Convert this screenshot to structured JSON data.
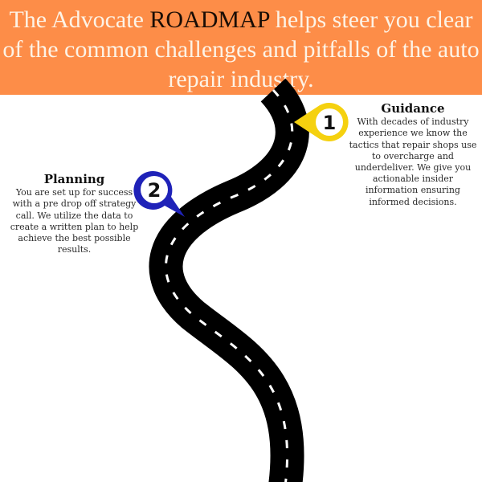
{
  "banner": {
    "text_before": "The Advocate ",
    "highlight": "ROADMAP",
    "text_after": " helps steer you clear of the common challenges and pitfalls of the auto repair industry."
  },
  "steps": [
    {
      "number": "1",
      "title": "Guidance",
      "body": "With decades of industry experience we know the tactics that repair shops use to overcharge and underdeliver. We give you actionable insider information ensuring informed decisions.",
      "color": "#f5d10f"
    },
    {
      "number": "2",
      "title": "Planning",
      "body": "You are set up for success with a pre drop off strategy call.  We utilize the data to create a written plan to help achieve the best possible results.",
      "color": "#1f22b8"
    }
  ],
  "colors": {
    "banner": "#fd8d48",
    "road": "#000000"
  }
}
